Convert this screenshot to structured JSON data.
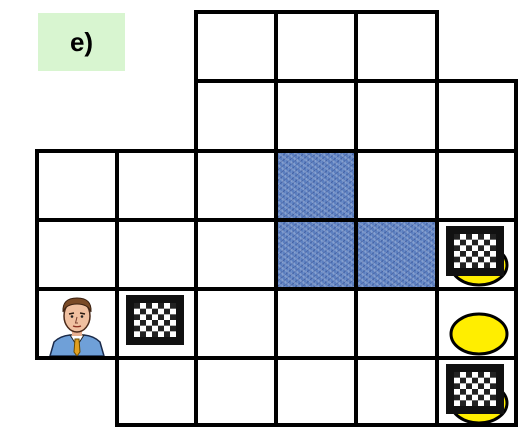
{
  "puzzle": {
    "label": "e)",
    "grid": {
      "rows": 6,
      "cols": 6,
      "cells": [
        [
          null,
          null,
          "floor",
          "floor",
          "floor",
          null
        ],
        [
          null,
          null,
          "floor",
          "floor",
          "floor",
          "floor"
        ],
        [
          "floor",
          "floor",
          "floor",
          "wall",
          "floor",
          "floor"
        ],
        [
          "floor",
          "floor",
          "floor",
          "wall",
          "wall",
          "floor"
        ],
        [
          "floor",
          "floor",
          "floor",
          "floor",
          "floor",
          "floor"
        ],
        [
          null,
          "floor",
          "floor",
          "floor",
          "floor",
          "floor"
        ]
      ]
    },
    "player": {
      "row": 4,
      "col": 0,
      "icon": "man-portrait-icon"
    },
    "boxes": [
      {
        "row": 3,
        "col": 5,
        "on_goal": true
      },
      {
        "row": 4,
        "col": 1,
        "on_goal": false
      },
      {
        "row": 5,
        "col": 5,
        "on_goal": true
      }
    ],
    "goals": [
      {
        "row": 3,
        "col": 5
      },
      {
        "row": 4,
        "col": 5
      },
      {
        "row": 5,
        "col": 5
      }
    ],
    "colors": {
      "label_bg": "#d8f5d0",
      "wall": "#5b7fc0",
      "goal": "#ffee00",
      "grid_line": "#000000"
    }
  }
}
